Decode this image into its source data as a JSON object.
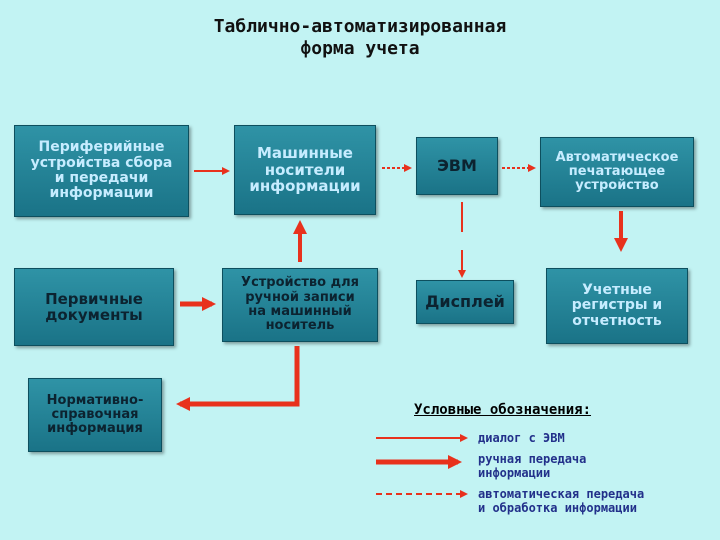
{
  "title": {
    "line1": "Таблично-автоматизированная",
    "line2": "форма учета"
  },
  "boxes": {
    "peripheral": "Периферийные\nустройства сбора\nи передачи\nинформации",
    "machine_media": "Машинные\nносители\nинформации",
    "evm": "ЭВМ",
    "printer": "Автоматическое\nпечатающее\nустройство",
    "primary_docs": "Первичные\nдокументы",
    "manual_device": "Устройство для\nручной записи\nна машинный\nноситель",
    "display": "Дисплей",
    "registers": "Учетные\nрегистры и\nотчетность",
    "reference": "Нормативно-\nсправочная\nинформация"
  },
  "legend": {
    "title": "Условные обозначения:",
    "dialog": "диалог с ЭВМ",
    "manual": "ручная передача\nинформации",
    "auto": "автоматическая передача\nи обработка информации"
  },
  "colors": {
    "background": "#c2f3f3",
    "box": "#1f7d91",
    "arrow": "#e8311c"
  }
}
